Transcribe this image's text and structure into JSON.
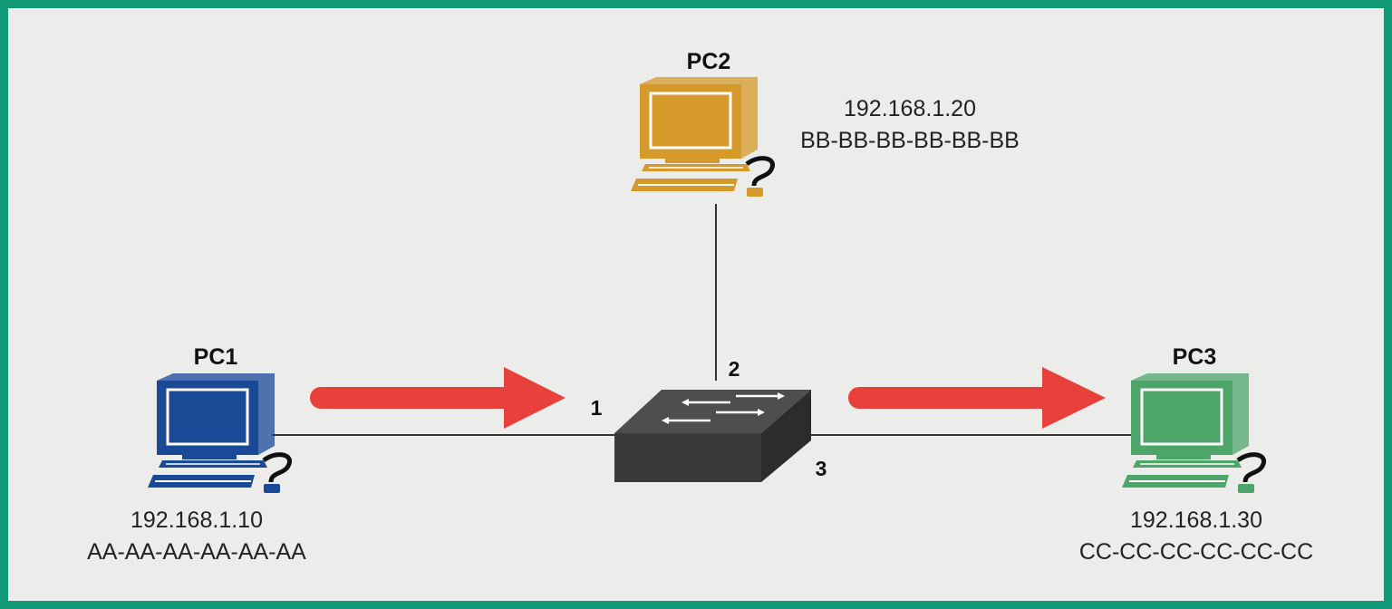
{
  "nodes": [
    {
      "id": "pc1",
      "label": "PC1",
      "ip": "192.168.1.10",
      "mac": "AA-AA-AA-AA-AA-AA",
      "color": "#1a4a96"
    },
    {
      "id": "pc2",
      "label": "PC2",
      "ip": "192.168.1.20",
      "mac": "BB-BB-BB-BB-BB-BB",
      "color": "#d69a2a"
    },
    {
      "id": "pc3",
      "label": "PC3",
      "ip": "192.168.1.30",
      "mac": "CC-CC-CC-CC-CC-CC",
      "color": "#4da56a"
    }
  ],
  "switch": {
    "icon": "network-switch-icon",
    "ports": [
      {
        "number": "1",
        "connects_to": "pc1"
      },
      {
        "number": "2",
        "connects_to": "pc2"
      },
      {
        "number": "3",
        "connects_to": "pc3"
      }
    ]
  },
  "arrows": [
    {
      "from": "pc1",
      "to": "switch",
      "color": "#e8403a"
    },
    {
      "from": "switch",
      "to": "pc3",
      "color": "#e8403a"
    }
  ],
  "colors": {
    "border": "#119a78",
    "background": "#ececea",
    "link": "#333333"
  }
}
